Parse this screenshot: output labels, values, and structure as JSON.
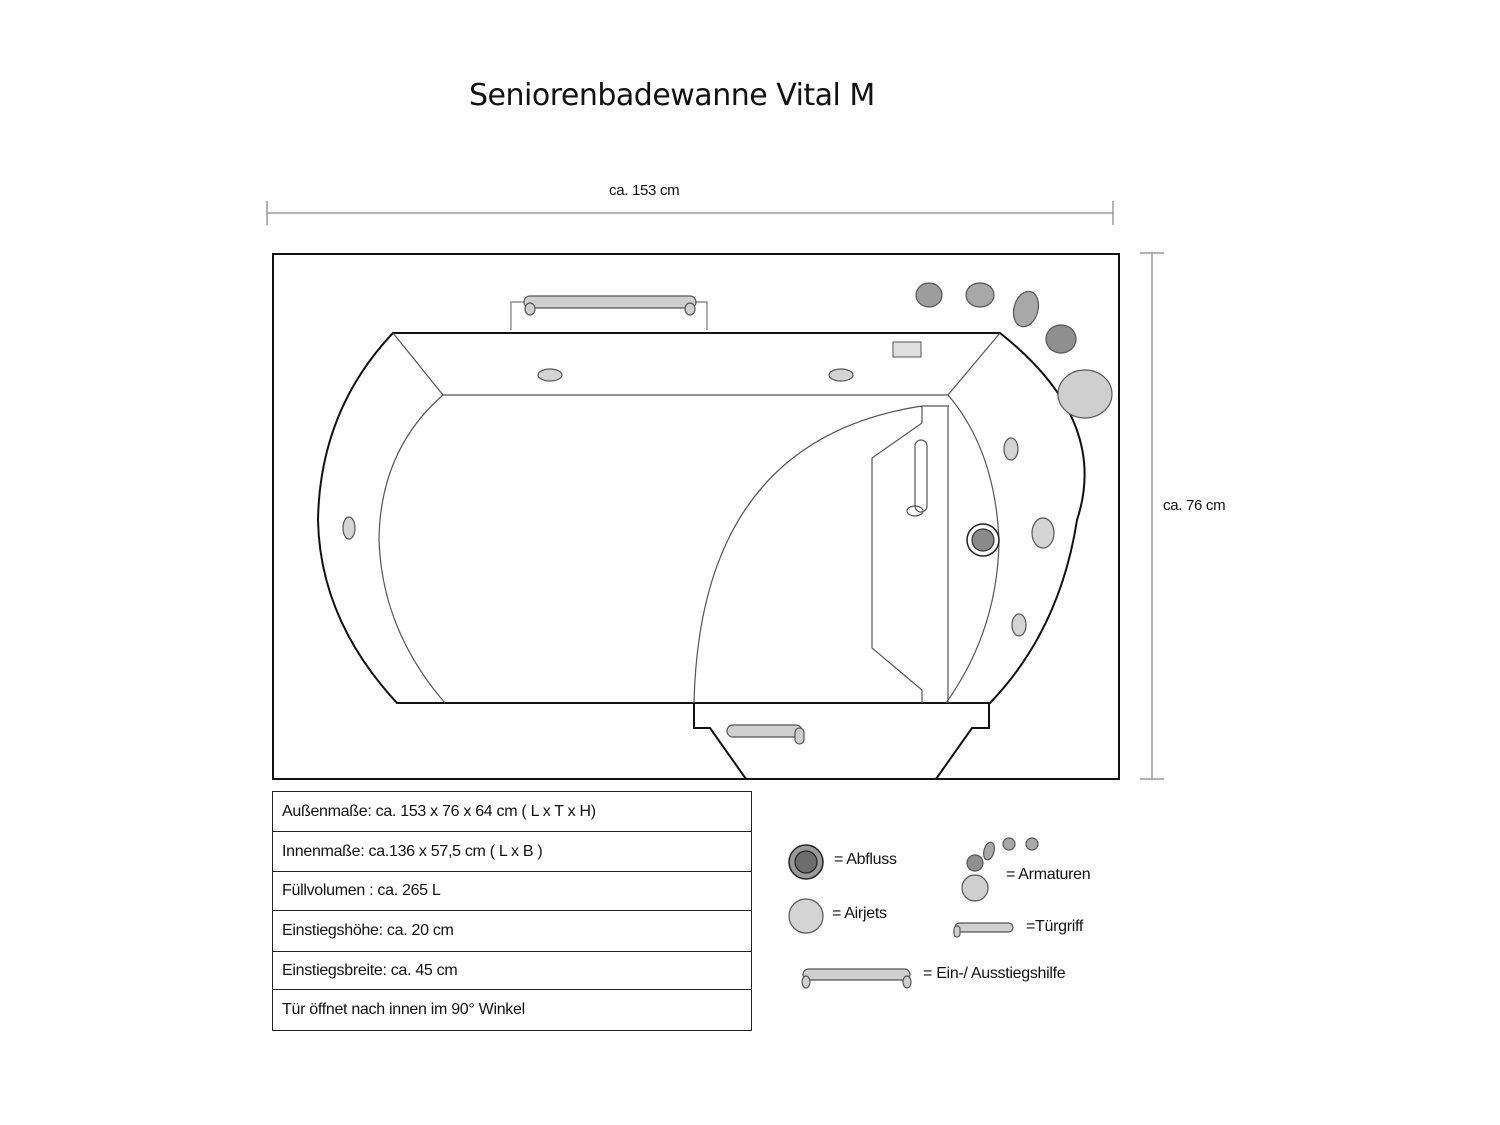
{
  "title": "Seniorenbadewanne Vital M",
  "dimensions": {
    "width_label": "ca. 153 cm",
    "depth_label": "ca. 76 cm"
  },
  "specs": [
    {
      "label": "Außenmaße:  ca. 153 x 76 x 64 cm ( L x T x H)"
    },
    {
      "label": "Innenmaße:  ca.136 x 57,5 cm ( L x B )"
    },
    {
      "label": "Füllvolumen : ca. 265 L"
    },
    {
      "label": "Einstiegshöhe: ca. 20 cm"
    },
    {
      "label": "Einstiegsbreite: ca. 45 cm"
    },
    {
      "label": "Tür öffnet nach innen im 90° Winkel"
    }
  ],
  "legend": {
    "drain": "= Abfluss",
    "airjets": "= Airjets",
    "fittings": "= Armaturen",
    "door_handle": "=Türgriff",
    "grab_bar": "= Ein-/ Ausstiegshilfe"
  },
  "colors": {
    "outline": "#111111",
    "thin_line": "#555555",
    "airjet_fill": "#d4d4d4",
    "fitting_fill": "#9e9e9e",
    "drain_fill": "#7a7a7a",
    "handle_fill": "#cfcfcf",
    "dimension_line": "#9a9a9a"
  }
}
